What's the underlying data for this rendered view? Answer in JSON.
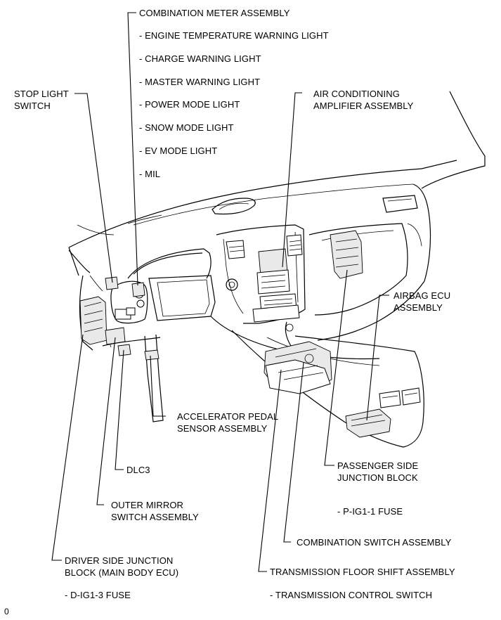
{
  "labels": {
    "combination_meter": "COMBINATION METER ASSEMBLY",
    "meter_items": [
      "- ENGINE TEMPERATURE WARNING LIGHT",
      "- CHARGE WARNING LIGHT",
      "- MASTER WARNING LIGHT",
      "- POWER MODE LIGHT",
      "- SNOW MODE LIGHT",
      "- EV MODE LIGHT",
      "- MIL"
    ],
    "stop_light_switch": [
      "STOP LIGHT",
      "SWITCH"
    ],
    "air_conditioning": [
      "AIR CONDITIONING",
      "AMPLIFIER ASSEMBLY"
    ],
    "airbag_ecu": [
      "AIRBAG ECU",
      "ASSEMBLY"
    ],
    "accelerator_pedal": [
      "ACCELERATOR PEDAL",
      "SENSOR ASSEMBLY"
    ],
    "dlc3": "DLC3",
    "passenger_jb": [
      "PASSENGER SIDE",
      "JUNCTION BLOCK"
    ],
    "outer_mirror": [
      "OUTER MIRROR",
      "SWITCH ASSEMBLY"
    ],
    "p_ig1_fuse": "- P-IG1-1 FUSE",
    "combination_switch": "COMBINATION SWITCH ASSEMBLY",
    "driver_jb": [
      "DRIVER SIDE JUNCTION",
      "BLOCK (MAIN BODY ECU)"
    ],
    "transmission_shift": "TRANSMISSION FLOOR SHIFT ASSEMBLY",
    "d_ig1_fuse": "- D-IG1-3 FUSE",
    "transmission_control": "- TRANSMISSION CONTROL SWITCH",
    "corner_mark": "0"
  }
}
